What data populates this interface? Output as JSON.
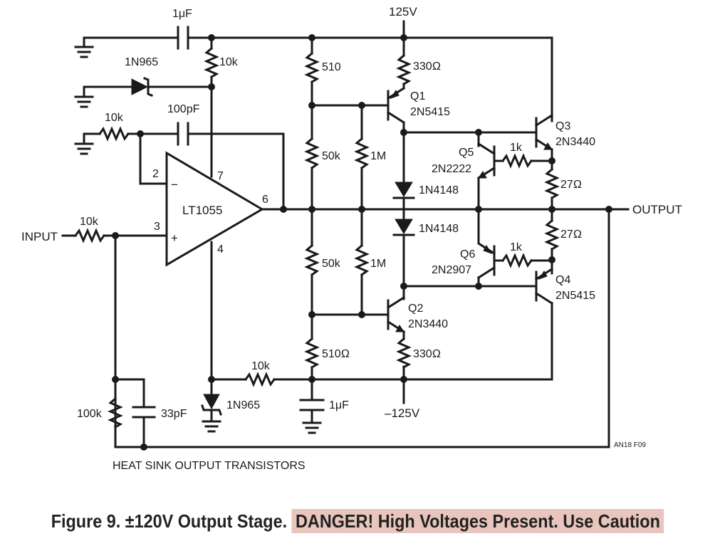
{
  "labels": {
    "supply_pos": "125V",
    "supply_neg": "–125V",
    "cap_1uF_top": "1μF",
    "cap_1uF_bottom": "1μF",
    "cap_100pF": "100pF",
    "cap_33pF": "33pF",
    "r_10k_top": "10k",
    "r_10k_fb": "10k",
    "r_10k_input": "10k",
    "r_10k_bottom": "10k",
    "r_100k": "100k",
    "r_510": "510",
    "r_510_ohm": "510Ω",
    "r_50k_top": "50k",
    "r_50k_bottom": "50k",
    "r_1M_top": "1M",
    "r_1M_bottom": "1M",
    "r_330_top": "330Ω",
    "r_330_bottom": "330Ω",
    "r_1k_top": "1k",
    "r_1k_bottom": "1k",
    "r_27_top": "27Ω",
    "r_27_bottom": "27Ω",
    "diode_1n965_top": "1N965",
    "diode_1n965_bottom": "1N965",
    "diode_1n4148_top": "1N4148",
    "diode_1n4148_bottom": "1N4148",
    "opamp": "LT1055",
    "pin2": "2",
    "pin3": "3",
    "pin4": "4",
    "pin6": "6",
    "pin7": "7",
    "minus": "−",
    "plus": "+",
    "q1": "Q1",
    "q1_part": "2N5415",
    "q2": "Q2",
    "q2_part": "2N3440",
    "q3": "Q3",
    "q3_part": "2N3440",
    "q4": "Q4",
    "q4_part": "2N5415",
    "q5": "Q5",
    "q5_part": "2N2222",
    "q6": "Q6",
    "q6_part": "2N2907",
    "input": "INPUT",
    "output": "OUTPUT",
    "heatsink": "HEAT SINK OUTPUT TRANSISTORS",
    "figure_id": "AN18 F09"
  },
  "caption": {
    "main": "Figure 9. ±120V Output Stage.",
    "danger": "DANGER! High Voltages Present. Use Caution",
    "danger_highlight_color": "#e9c6bd"
  }
}
